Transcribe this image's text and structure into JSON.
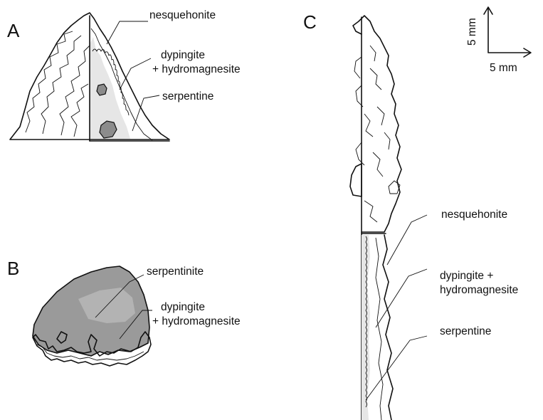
{
  "panels": {
    "a": {
      "letter": "A",
      "labels": {
        "nesquehonite": "nesquehonite",
        "dyp_line1": "dypingite",
        "dyp_line2": "+ hydromagnesite",
        "serpentine": "serpentine"
      }
    },
    "b": {
      "letter": "B",
      "labels": {
        "serpentinite": "serpentinite",
        "dyp_line1": "dypingite",
        "dyp_line2": "+ hydromagnesite"
      }
    },
    "c": {
      "letter": "C",
      "labels": {
        "nesquehonite": "nesquehonite",
        "dyp_line1": "dypingite +",
        "dyp_line2": "hydromagnesite",
        "serpentine": "serpentine"
      },
      "scale": {
        "vertical": "5 mm",
        "horizontal": "5 mm"
      }
    }
  },
  "colors": {
    "line": "#111111",
    "serpentine_fill": "#e6e6e6",
    "grain_fill": "#8c8c8c",
    "serpentinite_fill": "#9a9a9a"
  }
}
